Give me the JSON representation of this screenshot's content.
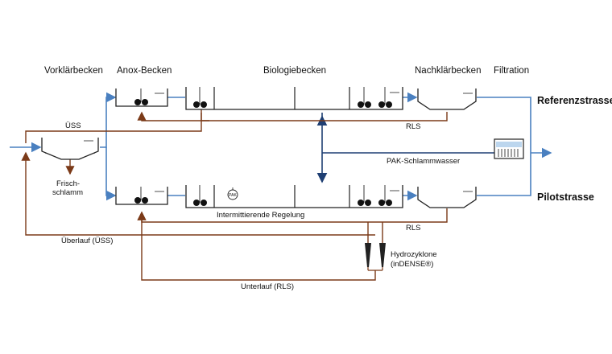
{
  "headers": {
    "vorklaerbecken": "Vorklärbecken",
    "anox": "Anox-Becken",
    "biologie": "Biologiebecken",
    "nachklaer": "Nachklärbecken",
    "filtration": "Filtration"
  },
  "lines": {
    "referenz": "Referenzstrasse",
    "pilot": "Pilotstrasse"
  },
  "labels": {
    "uess": "ÜSS",
    "frisch1": "Frisch-",
    "frisch2": "schlamm",
    "rls_top": "RLS",
    "pak": "PAK-Schlammwasser",
    "pak_badge": "PAK",
    "intermittierend": "Intermittierende Regelung",
    "rls_bottom": "RLS",
    "ueberlauf": "Überlauf (ÜSS)",
    "hydro1": "Hydrozyklone",
    "hydro2": "(inDENSE®)",
    "unterlauf": "Unterlauf (RLS)"
  },
  "colors": {
    "water": "#bcd6ee",
    "flow_blue": "#4a80c0",
    "sludge_brown": "#7b3a18",
    "dark_blue": "#1f3f73"
  }
}
